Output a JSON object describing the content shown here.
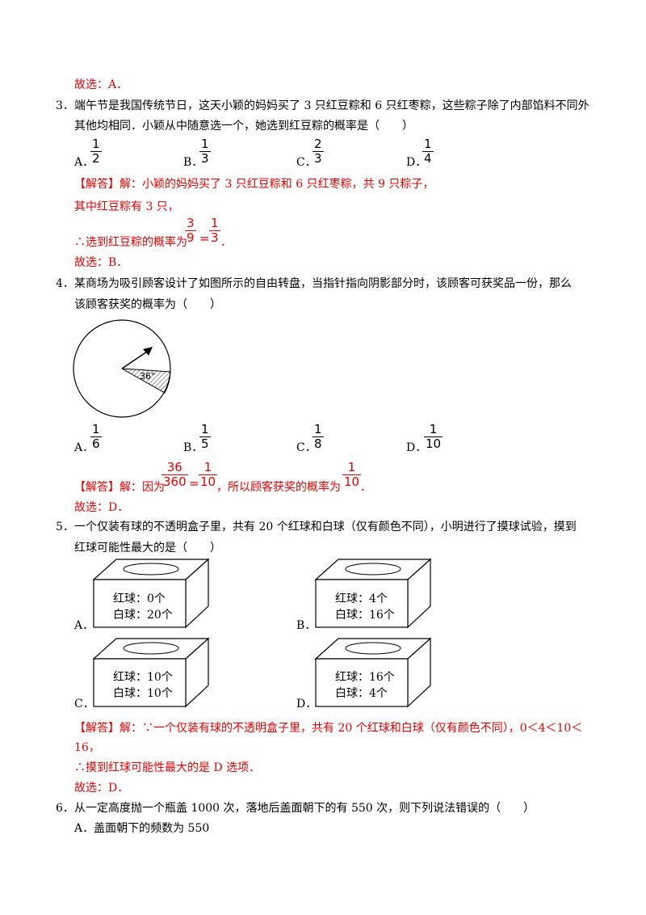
{
  "prev_answer": "故选：A．",
  "q3": {
    "num": "3．",
    "line1": "端午节是我国传统节日，这天小颖的妈妈买了 3 只红豆粽和 6 只红枣粽，这些粽子除了内部馅料不同外",
    "line2": "其他均相同．小颖从中随意选一个，她选到红豆粽的概率是（　　）",
    "options": [
      {
        "label": "A．",
        "num": "1",
        "den": "2"
      },
      {
        "label": "B．",
        "num": "1",
        "den": "3"
      },
      {
        "label": "C．",
        "num": "2",
        "den": "3"
      },
      {
        "label": "D．",
        "num": "1",
        "den": "4"
      }
    ],
    "ans_line1": "【解答】解：小颖的妈妈买了 3 只红豆粽和 6 只红枣粽，共 9 只粽子，",
    "ans_line2": "其中红豆粽有 3 只，",
    "ans_line3_prefix": "∴选到红豆粽的概率为",
    "ans_f1": {
      "num": "3",
      "den": "9"
    },
    "ans_eq": "=",
    "ans_f2": {
      "num": "1",
      "den": "3"
    },
    "ans_end": "．",
    "final": "故选：B．"
  },
  "q4": {
    "num": "4．",
    "line1": "某商场为吸引顾客设计了如图所示的自由转盘，当指针指向阴影部分时，该顾客可获奖品一份，那么",
    "line2": "该顾客获奖的概率为（　　）",
    "angle_label": "36°",
    "options": [
      {
        "label": "A．",
        "num": "1",
        "den": "6"
      },
      {
        "label": "B．",
        "num": "1",
        "den": "5"
      },
      {
        "label": "C．",
        "num": "1",
        "den": "8"
      },
      {
        "label": "D．",
        "num": "1",
        "den": "10"
      }
    ],
    "ans_prefix": "【解答】解：因为",
    "ans_f1": {
      "num": "36",
      "den": "360"
    },
    "ans_eq": "=",
    "ans_f2": {
      "num": "1",
      "den": "10"
    },
    "ans_mid": "，所以顾客获奖的概率为",
    "ans_f3": {
      "num": "1",
      "den": "10"
    },
    "ans_end": "．",
    "final": "故选：D．"
  },
  "q5": {
    "num": "5．",
    "line1": "一个仅装有球的不透明盒子里，共有 20 个红球和白球（仅有颜色不同），小明进行了摸球试验，摸到",
    "line2": "红球可能性最大的是（　　）",
    "boxes": [
      {
        "label": "A．",
        "red": "红球：0个",
        "white": "白球：20个"
      },
      {
        "label": "B．",
        "red": "红球：4个",
        "white": "白球：16个"
      },
      {
        "label": "C．",
        "red": "红球：10个",
        "white": "白球：10个"
      },
      {
        "label": "D．",
        "red": "红球：16个",
        "white": "白球：4个"
      }
    ],
    "ans_line1": "【解答】解：∵一个仅装有球的不透明盒子里，共有 20 个红球和白球（仅有颜色不同），0＜4＜10＜",
    "ans_line2": "16，",
    "ans_line3": "∴摸到红球可能性最大的是 D 选项．",
    "final": "故选：D．"
  },
  "q6": {
    "num": "6．",
    "line1": "从一定高度抛一个瓶盖 1000 次，落地后盖面朝下的有 550 次，则下列说法错误的（　　）",
    "optA": "A．盖面朝下的频数为 550"
  }
}
